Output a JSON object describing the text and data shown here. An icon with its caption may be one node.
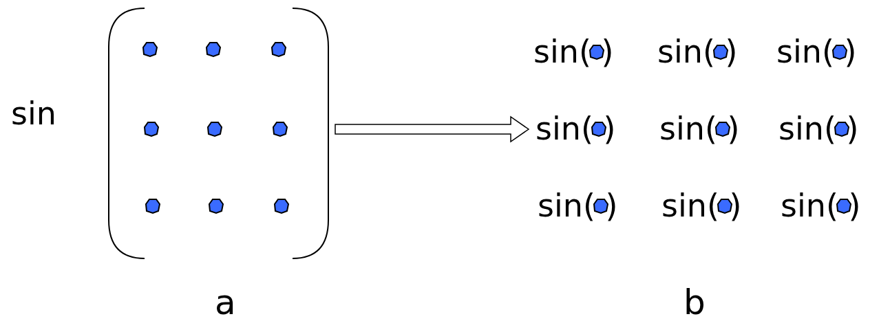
{
  "diagram": {
    "nodes": [
      {
        "text": [],
        "shape": "picture",
        "beside": [
          "a"
        ]
      },
      {
        "text": [
          "sin( )",
          "sin( )",
          "sin( )",
          "sin( )",
          "sin( )",
          "sin( )",
          "sin( )",
          "sin( )",
          "sin( )"
        ],
        "beside": [
          "b"
        ]
      }
    ],
    "edges": [
      {
        "from": 0,
        "to": 1,
        "arrow": "to"
      }
    ],
    "labels": [
      "sin"
    ]
  }
}
